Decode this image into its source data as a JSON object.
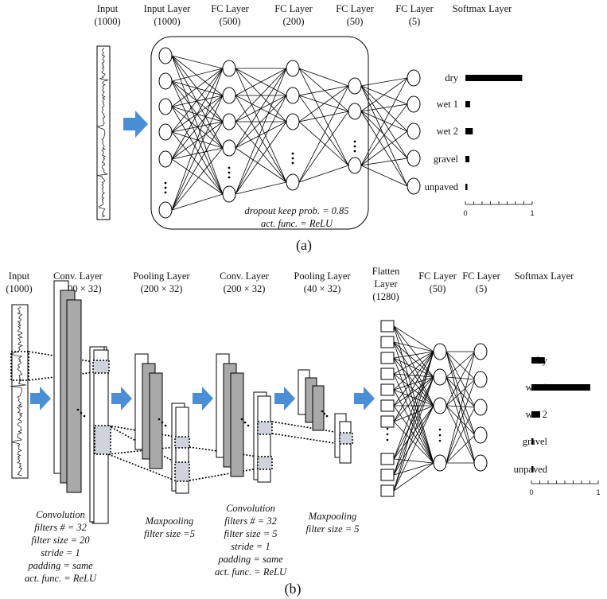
{
  "part_a": {
    "labels": {
      "input": [
        "Input",
        "(1000)"
      ],
      "input_layer": [
        "Input Layer",
        "(1000)"
      ],
      "fc500": [
        "FC Layer",
        "(500)"
      ],
      "fc200": [
        "FC Layer",
        "(200)"
      ],
      "fc50": [
        "FC Layer",
        "(50)"
      ],
      "fc5": [
        "FC Layer",
        "(5)"
      ],
      "softmax": [
        "Softmax Layer"
      ]
    },
    "annotation": {
      "dropout": "dropout keep prob. = 0.85",
      "act": "act. func. = ReLU"
    },
    "caption": "(a)",
    "classes": [
      "dry",
      "wet 1",
      "wet 2",
      "gravel",
      "unpaved"
    ],
    "values": [
      0.85,
      0.07,
      0.11,
      0.06,
      0.03
    ],
    "axis_ticks": [
      "0",
      "1"
    ]
  },
  "part_b": {
    "labels": {
      "input": [
        "Input",
        "(1000)"
      ],
      "conv1": [
        "Conv. Layer",
        "(1000 × 32)"
      ],
      "pool1": [
        "Pooling Layer",
        "(200 × 32)"
      ],
      "conv2": [
        "Conv. Layer",
        "(200 × 32)"
      ],
      "pool2": [
        "Pooling Layer",
        "(40 × 32)"
      ],
      "flatten": [
        "Flatten",
        "Layer",
        "(1280)"
      ],
      "fc50": [
        "FC Layer",
        "(50)"
      ],
      "fc5": [
        "FC Layer",
        "(5)"
      ],
      "softmax": [
        "Softmax Layer"
      ]
    },
    "annot_conv1": [
      "Convolution",
      "filters # = 32",
      "filter size = 20",
      "stride = 1",
      "padding = same",
      "act. func. = ReLU"
    ],
    "annot_pool1": [
      "Maxpooling",
      "filter size =5"
    ],
    "annot_conv2": [
      "Convolution",
      "filters # = 32",
      "filter size = 5",
      "stride = 1",
      "padding = same",
      "act. func. = ReLU"
    ],
    "annot_pool2": [
      "Maxpooling",
      "filter size = 5"
    ],
    "caption": "(b)",
    "classes": [
      "dry",
      "wet 1",
      "wet 2",
      "gravel",
      "unpaved"
    ],
    "values": [
      0.2,
      0.88,
      0.13,
      0.03,
      0.03
    ],
    "axis_ticks": [
      "0",
      "1"
    ]
  },
  "colors": {
    "arrow": "#4a8fd6",
    "layer_fill": "#a9a9a9",
    "bar": "#000000"
  }
}
